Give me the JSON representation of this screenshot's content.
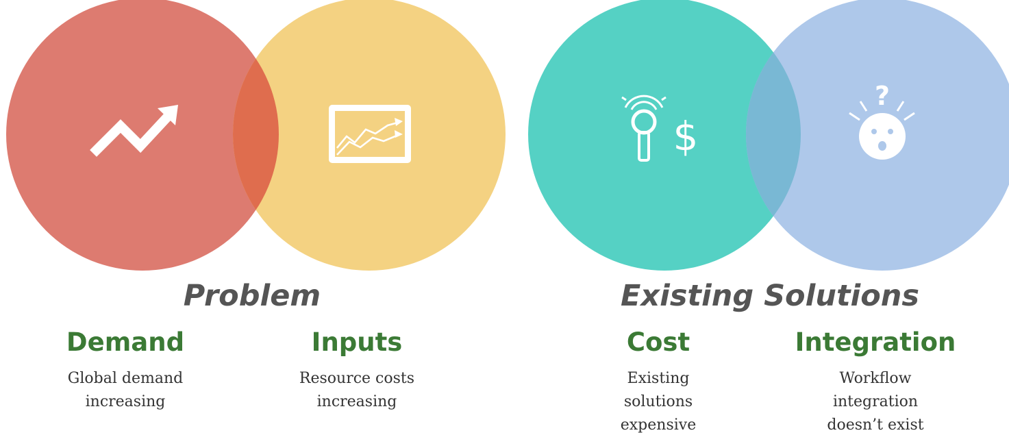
{
  "colors": {
    "demand_circle": "#dd7b70",
    "inputs_circle": "#f4d282",
    "overlap_red_yellow": "#df6d4e",
    "cost_circle": "#55d1c4",
    "integration_circle": "#aec8ea",
    "overlap_teal_blue": "#79b8d4",
    "heading_text": "#555555",
    "title_text": "#3b7a35",
    "body_text": "#333333"
  },
  "icons": {
    "demand": "trending-up-arrow-icon",
    "inputs": "line-chart-screen-icon",
    "cost": "magnifier-dollar-icon",
    "integration": "surprised-face-question-icon"
  },
  "cost_icon_text": "$",
  "integration_icon_text": "?",
  "problem": {
    "heading": "Problem",
    "demand": {
      "title": "Demand",
      "line1": "Global demand",
      "line2": "increasing"
    },
    "inputs": {
      "title": "Inputs",
      "line1": "Resource costs",
      "line2": "increasing"
    }
  },
  "solutions": {
    "heading": "Existing Solutions",
    "cost": {
      "title": "Cost",
      "line1": "Existing",
      "line2": "solutions",
      "line3": "expensive"
    },
    "integration": {
      "title": "Integration",
      "line1": "Workflow",
      "line2": "integration",
      "line3": "doesn’t exist"
    }
  }
}
